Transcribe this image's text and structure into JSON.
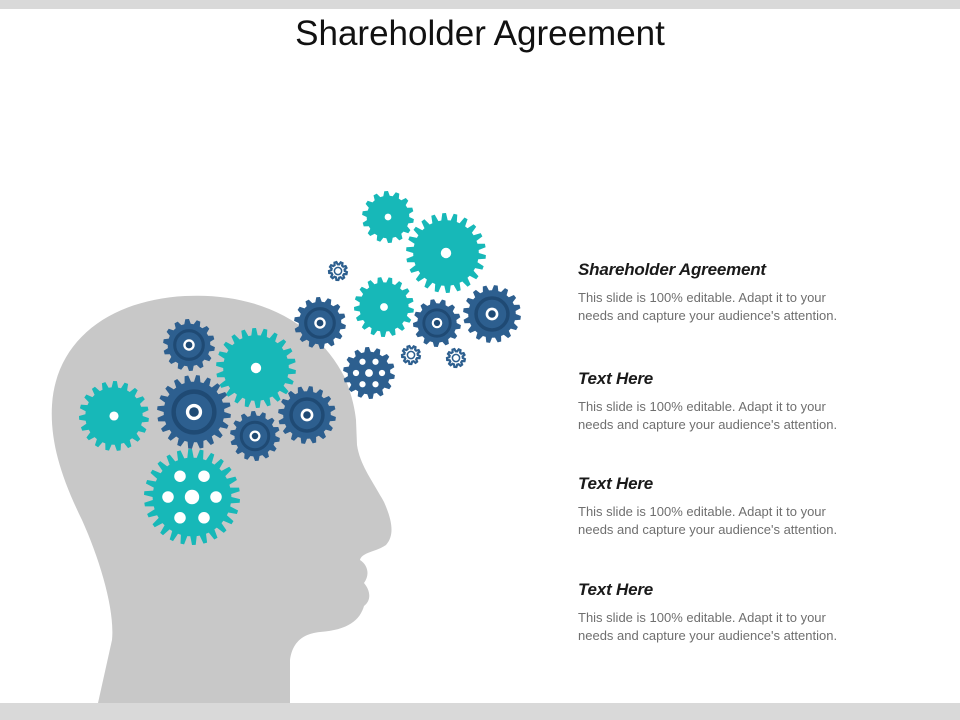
{
  "slide": {
    "title": "Shareholder Agreement"
  },
  "items": [
    {
      "title": "Shareholder Agreement",
      "body_line1": "This slide is 100% editable. Adapt it to your",
      "body_line2": "needs and capture your audience's attention."
    },
    {
      "title": "Text Here",
      "body_line1": "This slide is 100% editable. Adapt it to your",
      "body_line2": "needs and capture your audience's attention."
    },
    {
      "title": "Text Here",
      "body_line1": "This slide is 100% editable. Adapt it to your",
      "body_line2": "needs and capture your audience's attention."
    },
    {
      "title": "Text Here",
      "body_line1": "This slide is 100% editable. Adapt it to your",
      "body_line2": "needs and capture your audience's attention."
    }
  ],
  "colors": {
    "teal": "#17b8b8",
    "navy": "#2d5f8f",
    "head": "#c8c8c8",
    "bars": "#d9d9d9"
  },
  "icons": [
    "head-silhouette",
    "gear-icon"
  ]
}
